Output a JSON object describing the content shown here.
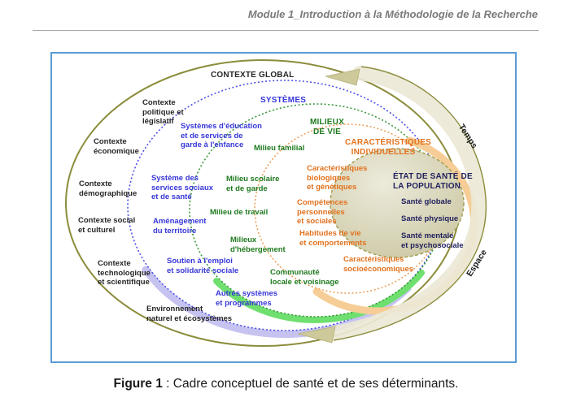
{
  "header": {
    "title": "Module 1_Introduction à la Méthodologie de la Recherche"
  },
  "figure": {
    "caption_label": "Figure 1",
    "caption_text": " : Cadre conceptuel de santé et de ses déterminants."
  },
  "diagram": {
    "rings": [
      {
        "name": "contexte-global",
        "title": "CONTEXTE GLOBAL",
        "color": "#262626",
        "items": [
          "Contexte\npolitique et\nlégislatif",
          "Contexte\néconomique",
          "Contexte\ndémographique",
          "Contexte social\net culturel",
          "Contexte\ntechnologique\net scientifique",
          "Environnement\nnaturel et écosystèmes"
        ]
      },
      {
        "name": "systemes",
        "title": "SYSTÈMES",
        "color": "#3737d8",
        "items": [
          "Systèmes d'éducation\net de services de\ngarde à l'enfance",
          "Système des\nservices sociaux\net de santé",
          "Aménagement\ndu territoire",
          "Soutien à l'emploi\net solidarité sociale",
          "Autres systèmes\net programmes"
        ]
      },
      {
        "name": "milieux-de-vie",
        "title": "MILIEUX\nDE VIE",
        "color": "#1e7a1e",
        "items": [
          "Milieu familial",
          "Milieu scolaire\net de garde",
          "Milieu de travail",
          "Milieux\nd'hébergement",
          "Communauté\nlocale et voisinage"
        ]
      },
      {
        "name": "caracteristiques-individuelles",
        "title": "CARACTÉRISTIQUES\nINDIVIDUELLES",
        "color": "#e2711d",
        "items": [
          "Caractéristiques\nbiologiques\net génétiques",
          "Compétences\npersonnelles\net sociales",
          "Habitudes de vie\net comportements",
          "Caractéristiques\nsocioéconomiques"
        ]
      }
    ],
    "core": {
      "title": "ÉTAT DE SANTÉ DE\nLA POPULATION",
      "color": "#22225e",
      "items": [
        "Santé globale",
        "Santé physique",
        "Santé mentale\net psychosociale"
      ]
    },
    "axes": {
      "time": "Temps",
      "space": "Espace"
    },
    "colors": {
      "frame_border": "#5b9bd5",
      "outer_ellipse": "#8c8c3c",
      "ribbon_fill": "#ebe8d6",
      "arrowhead": "#cdc99b",
      "systems_dots": "#5050e8",
      "systems_band": "#c6c3f0",
      "milieux_dots": "#3a9a3a",
      "milieux_band": "#6fe06f",
      "individual_dots": "#efa05a",
      "individual_band": "#f6cd96",
      "core_fill": "#d2cfae"
    }
  }
}
